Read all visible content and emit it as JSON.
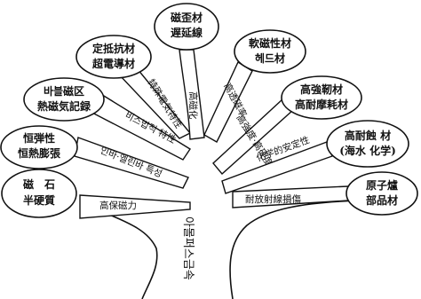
{
  "trunk_label": "아몰퍼스금속",
  "center_label": "高磁化",
  "branches": [
    {
      "id": "b1",
      "bubble_lines": [
        "磁　石",
        "半硬質"
      ],
      "label": "高保磁力"
    },
    {
      "id": "b2",
      "bubble_lines": [
        "恒弾性",
        "恒熱膨張"
      ],
      "label": "인바·엘린바 특성"
    },
    {
      "id": "b3",
      "bubble_lines": [
        "바블磁区",
        "熱磁気記録"
      ],
      "label": "비스법적 特性"
    },
    {
      "id": "b4",
      "bubble_lines": [
        "定抵抗材",
        "超電導材"
      ],
      "label": "特殊電気特性"
    },
    {
      "id": "b5",
      "bubble_lines": [
        "磁歪材",
        "遅延線"
      ],
      "label": "高磁化"
    },
    {
      "id": "b6",
      "bubble_lines": [
        "軟磁性材",
        "헤드材"
      ],
      "label": "高透磁率"
    },
    {
      "id": "b7",
      "bubble_lines": [
        "高強靭材",
        "高耐摩耗材"
      ],
      "label": "高強度·高硬度"
    },
    {
      "id": "b8",
      "bubble_lines": [
        "高耐蝕 材",
        "(海水 化学)"
      ],
      "label": "化学的安定性"
    },
    {
      "id": "b9",
      "bubble_lines": [
        "原子爐",
        "部品材"
      ],
      "label": "耐放射線損傷"
    }
  ]
}
